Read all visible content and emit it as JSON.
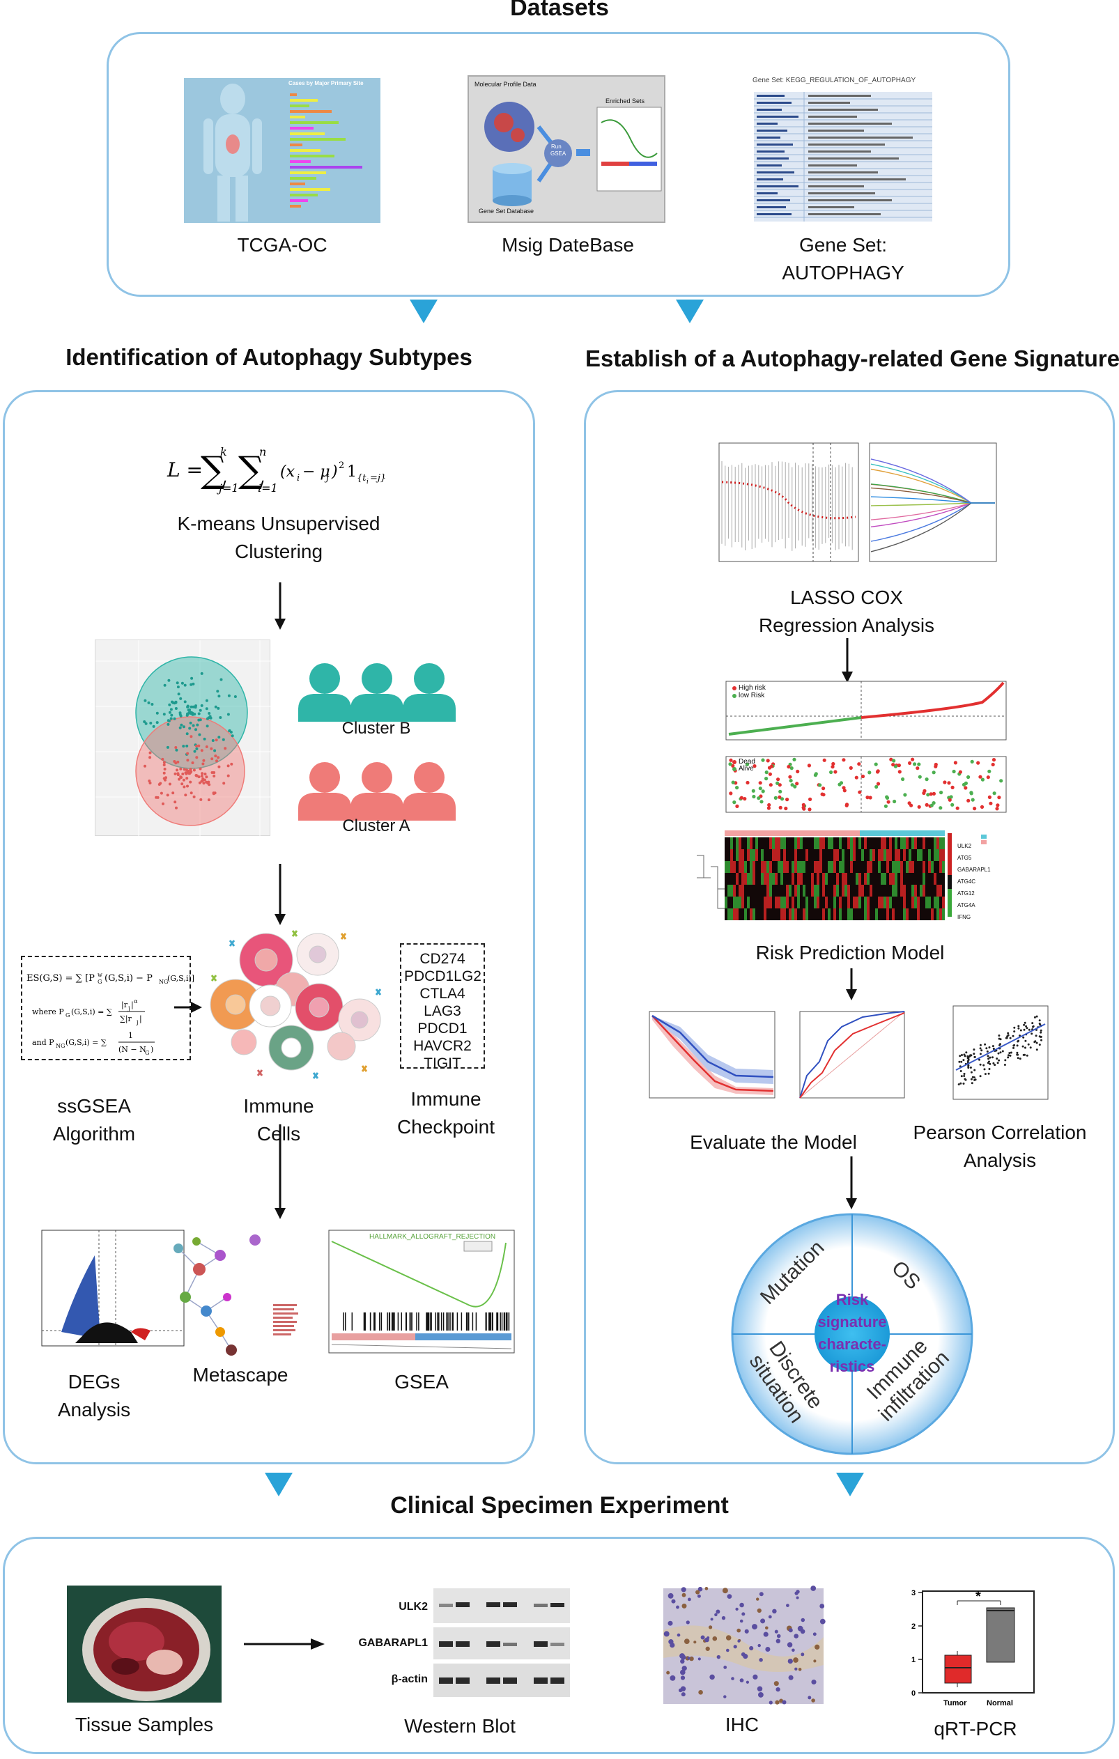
{
  "datasets": {
    "title": "Datasets",
    "items": [
      {
        "label": "TCGA-OC"
      },
      {
        "label": "Msig DateBase"
      },
      {
        "label_line1": "Gene Set:",
        "label_line2": "AUTOPHAGY"
      }
    ],
    "msig_text": {
      "molecular": "Molecular Profile Data",
      "enriched": "Enriched Sets",
      "geneset_db": "Gene Set Database",
      "run": "Run",
      "gsea": "GSEA"
    },
    "geneset_header": "Gene Set: KEGG_REGULATION_OF_AUTOPHAGY",
    "tcga_header": "Cases by Major Primary Site"
  },
  "left": {
    "title": "Identification of Autophagy Subtypes",
    "kmeans_line1": "K-means Unsupervised",
    "kmeans_line2": "Clustering",
    "cluster_b": "Cluster B",
    "cluster_a": "Cluster A",
    "ssgsea_line1": "ssGSEA",
    "ssgsea_line2": "Algorithm",
    "immune_line1": "Immune",
    "immune_line2": "Cells",
    "checkpoint_line1": "Immune",
    "checkpoint_line2": "Checkpoint",
    "checkpoints": [
      "CD274",
      "PDCD1LG2",
      "CTLA4",
      "LAG3",
      "PDCD1",
      "HAVCR2",
      "TIGIT"
    ],
    "degs_line1": "DEGs",
    "degs_line2": "Analysis",
    "metascape": "Metascape",
    "gsea": "GSEA",
    "gsea_plot_title": "HALLMARK_ALLOGRAFT_REJECTION"
  },
  "right": {
    "title": "Establish of a Autophagy-related Gene Signature",
    "lasso_line1": "LASSO COX",
    "lasso_line2": "Regression Analysis",
    "risk_model": "Risk Prediction Model",
    "evaluate": "Evaluate the Model",
    "pearson_line1": "Pearson Correlation",
    "pearson_line2": "Analysis",
    "legend_high": "High risk",
    "legend_low": "low Risk",
    "legend_dead": "Dead",
    "legend_alive": "Alive",
    "heatmap_genes": [
      "ULK2",
      "ATG5",
      "GABARAPL1",
      "ATG4C",
      "ATG12",
      "ATG4A",
      "IFNG"
    ],
    "circle": {
      "center_l1": "Risk",
      "center_l2": "signature",
      "center_l3": "characte-",
      "center_l4": "ristics",
      "q_tl": "Mutation",
      "q_tr": "OS",
      "q_bl_1": "Discrete",
      "q_bl_2": "situation",
      "q_br_1": "Immune",
      "q_br_2": "infiltration"
    }
  },
  "clinical": {
    "title": "Clinical Specimen Experiment",
    "tissue": "Tissue Samples",
    "western": "Western Blot",
    "ihc": "IHC",
    "qrtpcr": "qRT-PCR",
    "wb_rows": [
      "ULK2",
      "GABARAPL1",
      "β-actin"
    ],
    "pcr_groups": [
      "Tumor",
      "Normal"
    ],
    "pcr_sig": "*",
    "pcr_ticks": [
      "0",
      "1",
      "2",
      "3"
    ]
  },
  "colors": {
    "panel_border": "#8fc3e6",
    "arrow": "#2aa3d8",
    "cluster_b": "#2fb5a8",
    "cluster_a": "#ef7b78",
    "high_risk": "#e23030",
    "low_risk": "#4caf50"
  }
}
